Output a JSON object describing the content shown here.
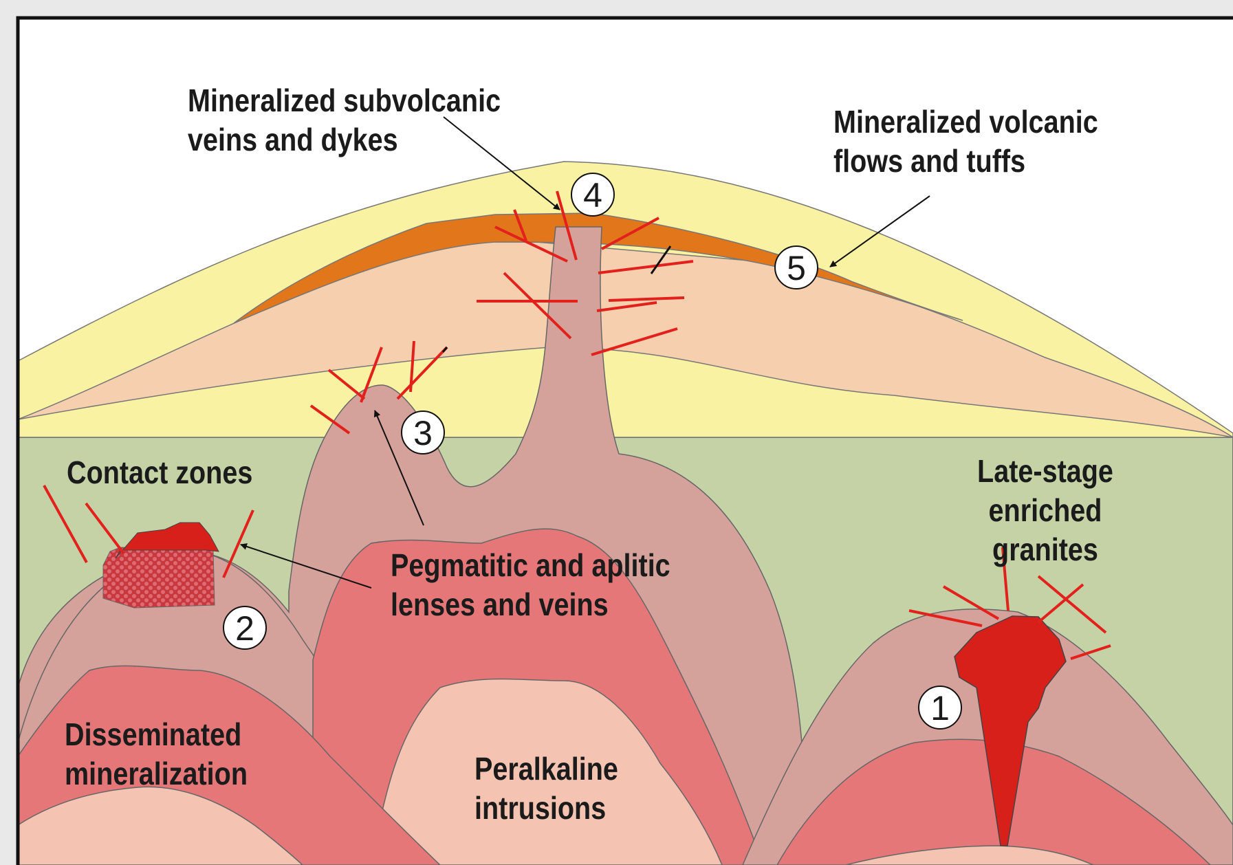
{
  "labels": {
    "subvolcanic": [
      "Mineralized subvolcanic",
      "veins and dykes"
    ],
    "volcanic": [
      "Mineralized volcanic",
      "flows and tuffs"
    ],
    "contact": [
      "Contact zones"
    ],
    "late_stage": [
      "Late-stage",
      "enriched",
      "granites"
    ],
    "pegmatitic": [
      "Pegmatitic and aplitic",
      "lenses and veins"
    ],
    "disseminated": [
      "Disseminated",
      "mineralization"
    ],
    "peralkaline": [
      "Peralkaline",
      "intrusions"
    ]
  },
  "markers": [
    "1",
    "2",
    "3",
    "4",
    "5"
  ],
  "colors": {
    "country_rock": "#c5d2a6",
    "volcanic_yellow": "#f9f2a2",
    "volcanic_peach": "#f6cfae",
    "mineralized_flow_orange": "#e2761b",
    "intrusion_outer": "#d5a19b",
    "intrusion_mid": "#e67778",
    "intrusion_core": "#f4c3b1",
    "mineralization_red": "#d8201b",
    "vein_red": "#e3211c",
    "frame": "#111111"
  }
}
